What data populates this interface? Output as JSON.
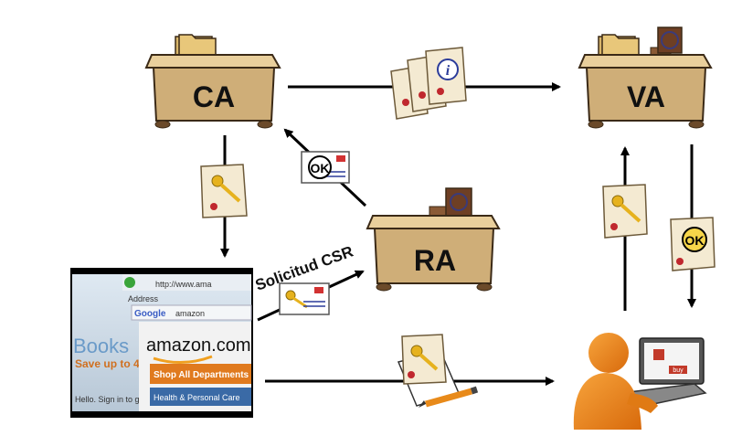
{
  "nodes": {
    "ca": {
      "label": "CA"
    },
    "va": {
      "label": "VA"
    },
    "ra": {
      "label": "RA"
    }
  },
  "edge_labels": {
    "csr": "Solicitud CSR"
  },
  "badges": {
    "ok": "OK",
    "info": "i"
  },
  "screenshot": {
    "url": "http://www.ama",
    "search_brand": "Google",
    "search_text": "amazon",
    "books": "Books",
    "save": "Save up to 4",
    "hello": "Hello. Sign in to g",
    "logo": "amazon.com",
    "shop_btn": "Shop All Departments",
    "health": "Health & Personal Care",
    "address": "Address"
  },
  "laptop_screen": {
    "buy": "buy"
  },
  "colors": {
    "desk_top": "#e9cf9c",
    "desk_body": "#cfae78",
    "desk_outline": "#3b2a17",
    "folder": "#e8c77a",
    "stamp": "#6e3f24",
    "scroll": "#f4ead2",
    "ribbon": "#c0282e",
    "person": "#f08a1c",
    "arrow": "#000000"
  }
}
